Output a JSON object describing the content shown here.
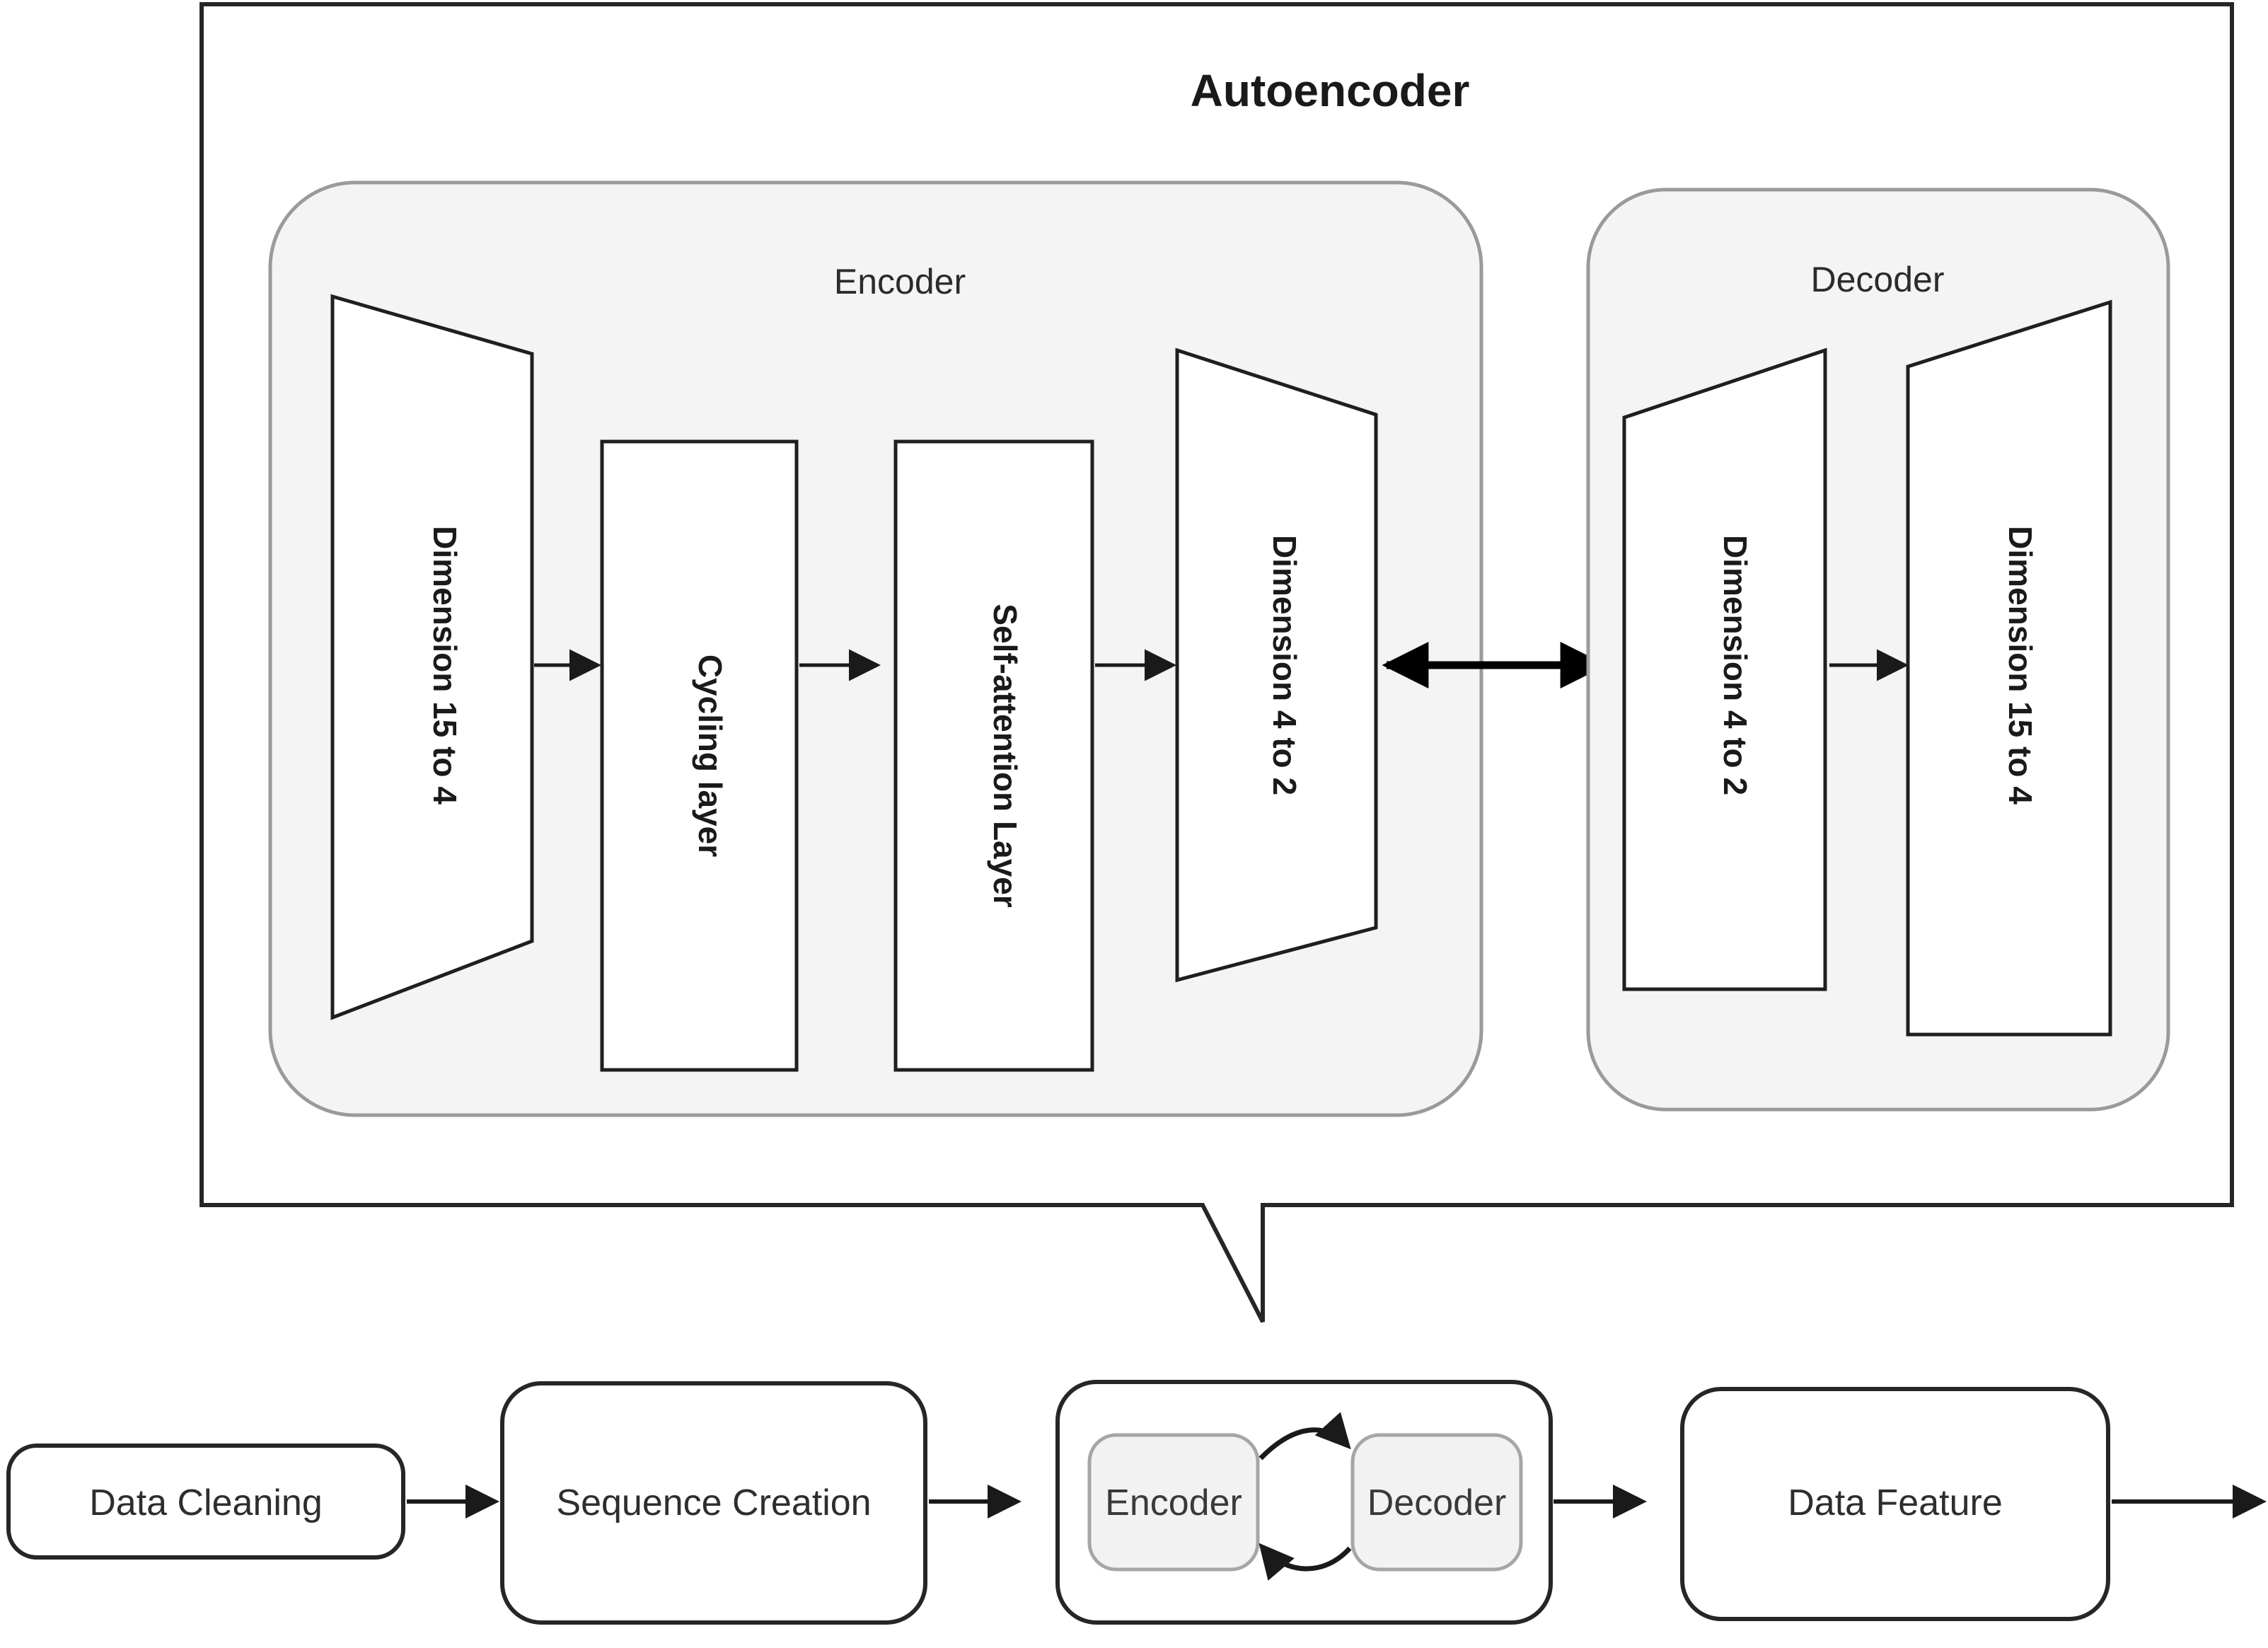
{
  "panel": {
    "title": "Autoencoder"
  },
  "encoder_group": {
    "label": "Encoder",
    "layers": [
      {
        "label": "Dimension 15 to 4",
        "shape": "trapezoid-narrowing"
      },
      {
        "label": "Cycling layer",
        "shape": "rectangle"
      },
      {
        "label": "Self-attention Layer",
        "shape": "rectangle"
      },
      {
        "label": "Dimension 4 to 2",
        "shape": "trapezoid-narrowing"
      }
    ]
  },
  "decoder_group": {
    "label": "Decoder",
    "layers": [
      {
        "label": "Dimension 4 to 2",
        "shape": "trapezoid-expanding"
      },
      {
        "label": "Dimension 15 to 4",
        "shape": "trapezoid-expanding"
      }
    ]
  },
  "latent_connector": {
    "type": "bidirectional-arrow"
  },
  "pipeline": {
    "steps": [
      {
        "label": "Data Cleaning"
      },
      {
        "label": "Sequence Creation"
      },
      {
        "label": "",
        "children": [
          {
            "label": "Encoder"
          },
          {
            "label": "Decoder"
          }
        ]
      },
      {
        "label": "Data Feature"
      }
    ]
  },
  "colors": {
    "stroke_dark": "#1f1f1f",
    "group_fill": "#f4f4f4",
    "group_stroke": "#9a9a9a",
    "subbox_fill": "#f2f2f2",
    "background": "#ffffff"
  }
}
